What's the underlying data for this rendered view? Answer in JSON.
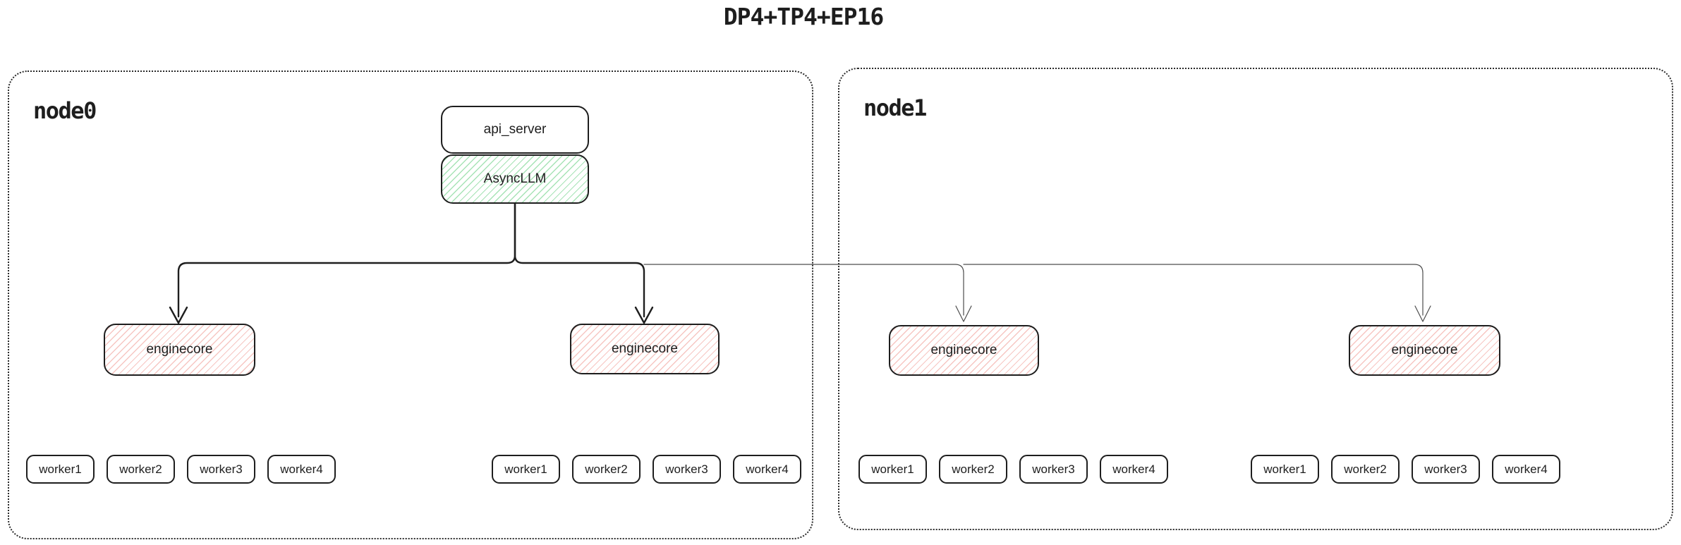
{
  "title": "DP4+TP4+EP16",
  "colors": {
    "ink": "#1e1e1e",
    "green_hatch": "#50c86e",
    "red_hatch": "#eb786e",
    "thin_wire": "#4d4d4d"
  },
  "node0": {
    "label": "node0",
    "api_server_label": "api_server",
    "async_llm_label": "AsyncLLM",
    "enginecores": [
      "enginecore",
      "enginecore"
    ],
    "worker_groups": [
      [
        "worker1",
        "worker2",
        "worker3",
        "worker4"
      ],
      [
        "worker1",
        "worker2",
        "worker3",
        "worker4"
      ]
    ]
  },
  "node1": {
    "label": "node1",
    "enginecores": [
      "enginecore",
      "enginecore"
    ],
    "worker_groups": [
      [
        "worker1",
        "worker2",
        "worker3",
        "worker4"
      ],
      [
        "worker1",
        "worker2",
        "worker3",
        "worker4"
      ]
    ]
  }
}
